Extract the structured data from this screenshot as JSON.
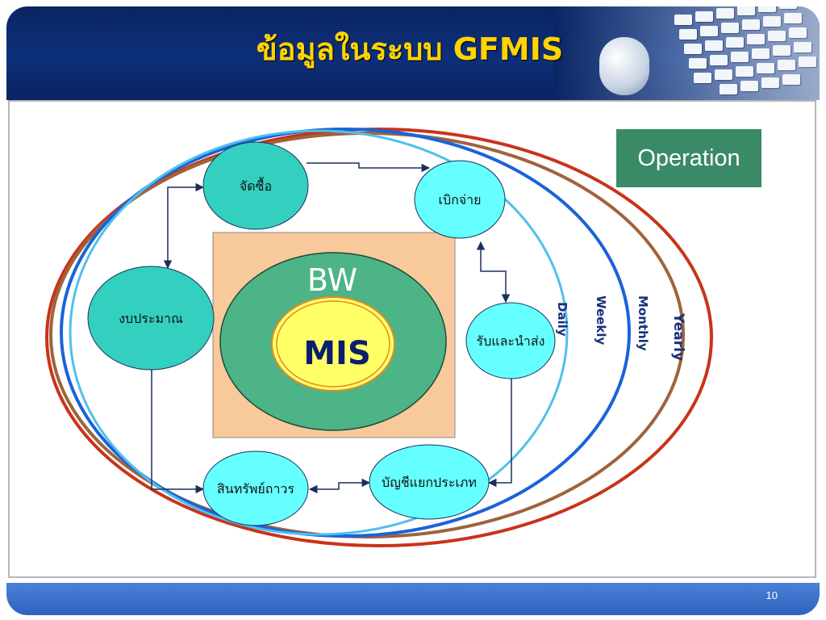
{
  "header": {
    "title": "ข้อมูลในระบบ GFMIS"
  },
  "operation_label": "Operation",
  "center": {
    "outer_label": "BW",
    "inner_label": "MIS"
  },
  "nodes": {
    "procurement": "จัดซื้อ",
    "disbursement": "เบิกจ่าย",
    "budget": "งบประมาณ",
    "receive_remit": "รับและนำส่ง",
    "fixed_assets": "สินทรัพย์ถาวร",
    "sub_ledger": "บัญชีแยกประเภท"
  },
  "cycles": {
    "daily": "Daily",
    "weekly": "Weekly",
    "monthly": "Monthly",
    "yearly": "Yearly"
  },
  "colors": {
    "title": "#ffd400",
    "header_bg": "#0d2f7a",
    "daily_ring": "#4fc0ec",
    "weekly_ring": "#1a63d8",
    "monthly_ring": "#a0633a",
    "yearly_ring": "#c8341a",
    "cycle_text": "#17307a",
    "bw_square": "#f8c99a",
    "bw_circle": "#4cb487",
    "mis_circle": "#ffff66",
    "node_teal": "#33d0c0",
    "node_cyan": "#66ffff",
    "operation_box": "#3a8a68"
  },
  "footer": {
    "page_number": "10"
  }
}
